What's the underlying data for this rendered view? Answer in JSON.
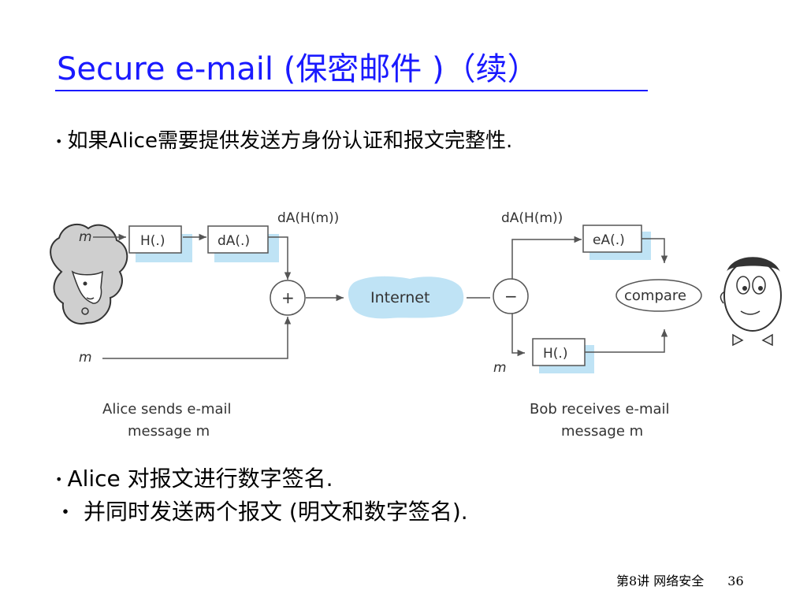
{
  "slide": {
    "title": "Secure e-mail (保密邮件 )（续）",
    "bullets": [
      "如果Alice需要提供发送方身份认证和报文完整性.",
      "Alice 对报文进行数字签名.",
      "并同时发送两个报文 (明文和数字签名)."
    ],
    "bullet_markers": [
      "•",
      "•",
      "・"
    ]
  },
  "diagram": {
    "alice_m_top": "m",
    "alice_m_bottom": "m",
    "hash_box": "H(.)",
    "sign_box": "dA(.)",
    "sig_label": "dA(H(m))",
    "plus": "+",
    "internet": "Internet",
    "minus": "−",
    "bob_sig_label": "dA(H(m))",
    "verify_box": "eA(.)",
    "compare": "compare",
    "bob_m": "m",
    "bob_hash_box": "H(.)",
    "alice_caption_1": "Alice sends e-mail",
    "alice_caption_2": "message m",
    "bob_caption_1": "Bob receives e-mail",
    "bob_caption_2": "message m"
  },
  "footer": {
    "lecture": "第8讲 网络安全",
    "page": "36"
  },
  "colors": {
    "title": "#1a1aff",
    "box_shadow": "#bfe3f5",
    "internet_cloud": "#bfe3f5"
  }
}
